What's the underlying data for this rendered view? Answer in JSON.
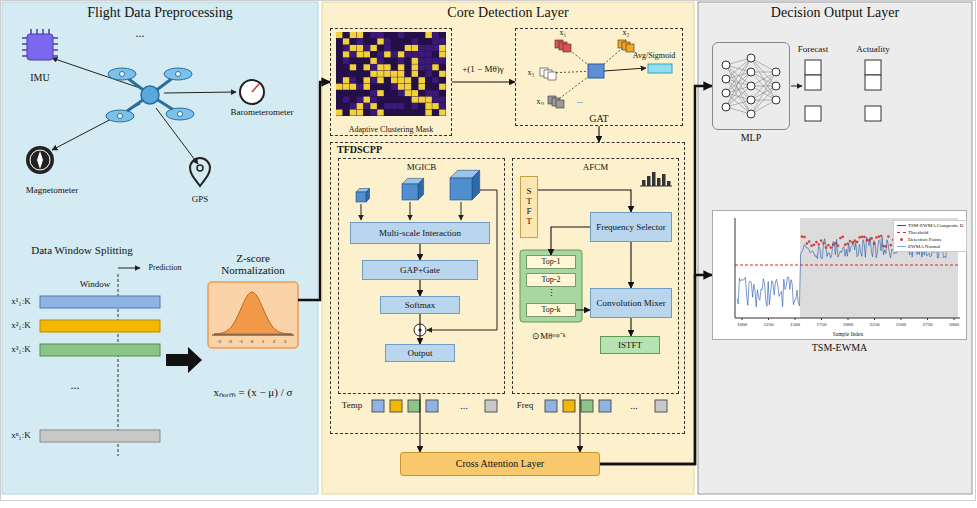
{
  "diagram": {
    "nodes": [
      {
        "text": [
          "Flight Data Preprocessing"
        ]
      },
      {
        "text": [
          "Core Detection Layer"
        ]
      },
      {
        "text": [
          "Decision Output Layer"
        ]
      },
      {
        "text": [
          "Adaptive Clustering Mask"
        ],
        "in": 1
      },
      {
        "text": [
          "GAT"
        ],
        "in": 1
      },
      {
        "text": [
          "TFDSCPP"
        ],
        "in": 1
      },
      {
        "text": [
          "MGICB"
        ],
        "in": 5
      },
      {
        "text": [
          "AFCM"
        ],
        "in": 5
      },
      {
        "text": [
          "Multi-scale Interaction"
        ],
        "in": 6
      },
      {
        "text": [
          "GAP+Gate"
        ],
        "in": 6
      },
      {
        "text": [
          "Softmax"
        ],
        "in": 6
      },
      {
        "text": [
          "Output"
        ],
        "in": 6
      },
      {
        "text": [
          "STFT"
        ],
        "in": 7
      },
      {
        "text": [
          "Frequency Selector"
        ],
        "in": 7
      },
      {
        "text": [
          "Top-1"
        ],
        "in": 7
      },
      {
        "text": [
          "Top-2"
        ],
        "in": 7
      },
      {
        "text": [
          "Top-k"
        ],
        "in": 7
      },
      {
        "text": [
          "Convolution Mixer"
        ],
        "in": 7
      },
      {
        "text": [
          "ISTFT"
        ],
        "in": 7
      },
      {
        "text": [
          "Cross Attention Layer"
        ],
        "in": 1
      },
      {
        "text": [
          "MLP"
        ],
        "in": 2
      },
      {
        "text": [
          "TSM-EWMA"
        ],
        "in": 2
      },
      {
        "text": [
          "Z-score Normalization"
        ],
        "in": 0
      }
    ],
    "edges": [
      {
        "from": 22,
        "to": 3,
        "arrow": "to"
      },
      {
        "from": 3,
        "to": 4,
        "label": "+(1 − Mθ)γ",
        "arrow": "to"
      },
      {
        "from": 4,
        "to": 5,
        "arrow": "to"
      },
      {
        "from": 8,
        "to": 9,
        "arrow": "to"
      },
      {
        "from": 9,
        "to": 10,
        "arrow": "to"
      },
      {
        "from": 10,
        "to": 11,
        "arrow": "to"
      },
      {
        "from": 12,
        "to": 13,
        "arrow": "to"
      },
      {
        "from": 13,
        "to": 14,
        "arrow": "to"
      },
      {
        "from": 16,
        "to": 17,
        "label": "⊙Mθᵗᵒᵖ⁻ᵏ",
        "arrow": "to"
      },
      {
        "from": 13,
        "to": 17,
        "arrow": "to"
      },
      {
        "from": 17,
        "to": 18,
        "arrow": "to"
      },
      {
        "from": 6,
        "to": 19,
        "arrow": "to"
      },
      {
        "from": 7,
        "to": 19,
        "arrow": "to"
      },
      {
        "from": 19,
        "to": 20,
        "arrow": "to"
      },
      {
        "from": 19,
        "to": 21,
        "arrow": "to"
      }
    ],
    "labels": [
      "IMU",
      "...",
      "Barometerometer",
      "Magnetometer",
      "GPS",
      "Data Window Splitting",
      "Window",
      "Prediction",
      "x¹₁:K",
      "x²₁:K",
      "x³₁:K",
      "...",
      "xⁿ₁:K",
      "-3",
      "-2",
      "-1",
      "0",
      "1",
      "2",
      "3",
      "xₙₒᵣₘ = (x − μ) / σ",
      "x₁",
      "x₂",
      "x₃",
      "...",
      "xₙ",
      "Avg/Sigmoid",
      "⋮",
      "Temp",
      "Freq",
      "...",
      "...",
      "Forecast",
      "Actuality",
      "1000",
      "1250",
      "1500",
      "1750",
      "2000",
      "2250",
      "2500",
      "2750",
      "3000",
      "Sample Index"
    ],
    "legend": [
      {
        "text": "TSM-EWMA Composite D"
      },
      {
        "text": "Threshold"
      },
      {
        "text": "Detection Points"
      },
      {
        "text": "EWMA Normal"
      }
    ]
  }
}
